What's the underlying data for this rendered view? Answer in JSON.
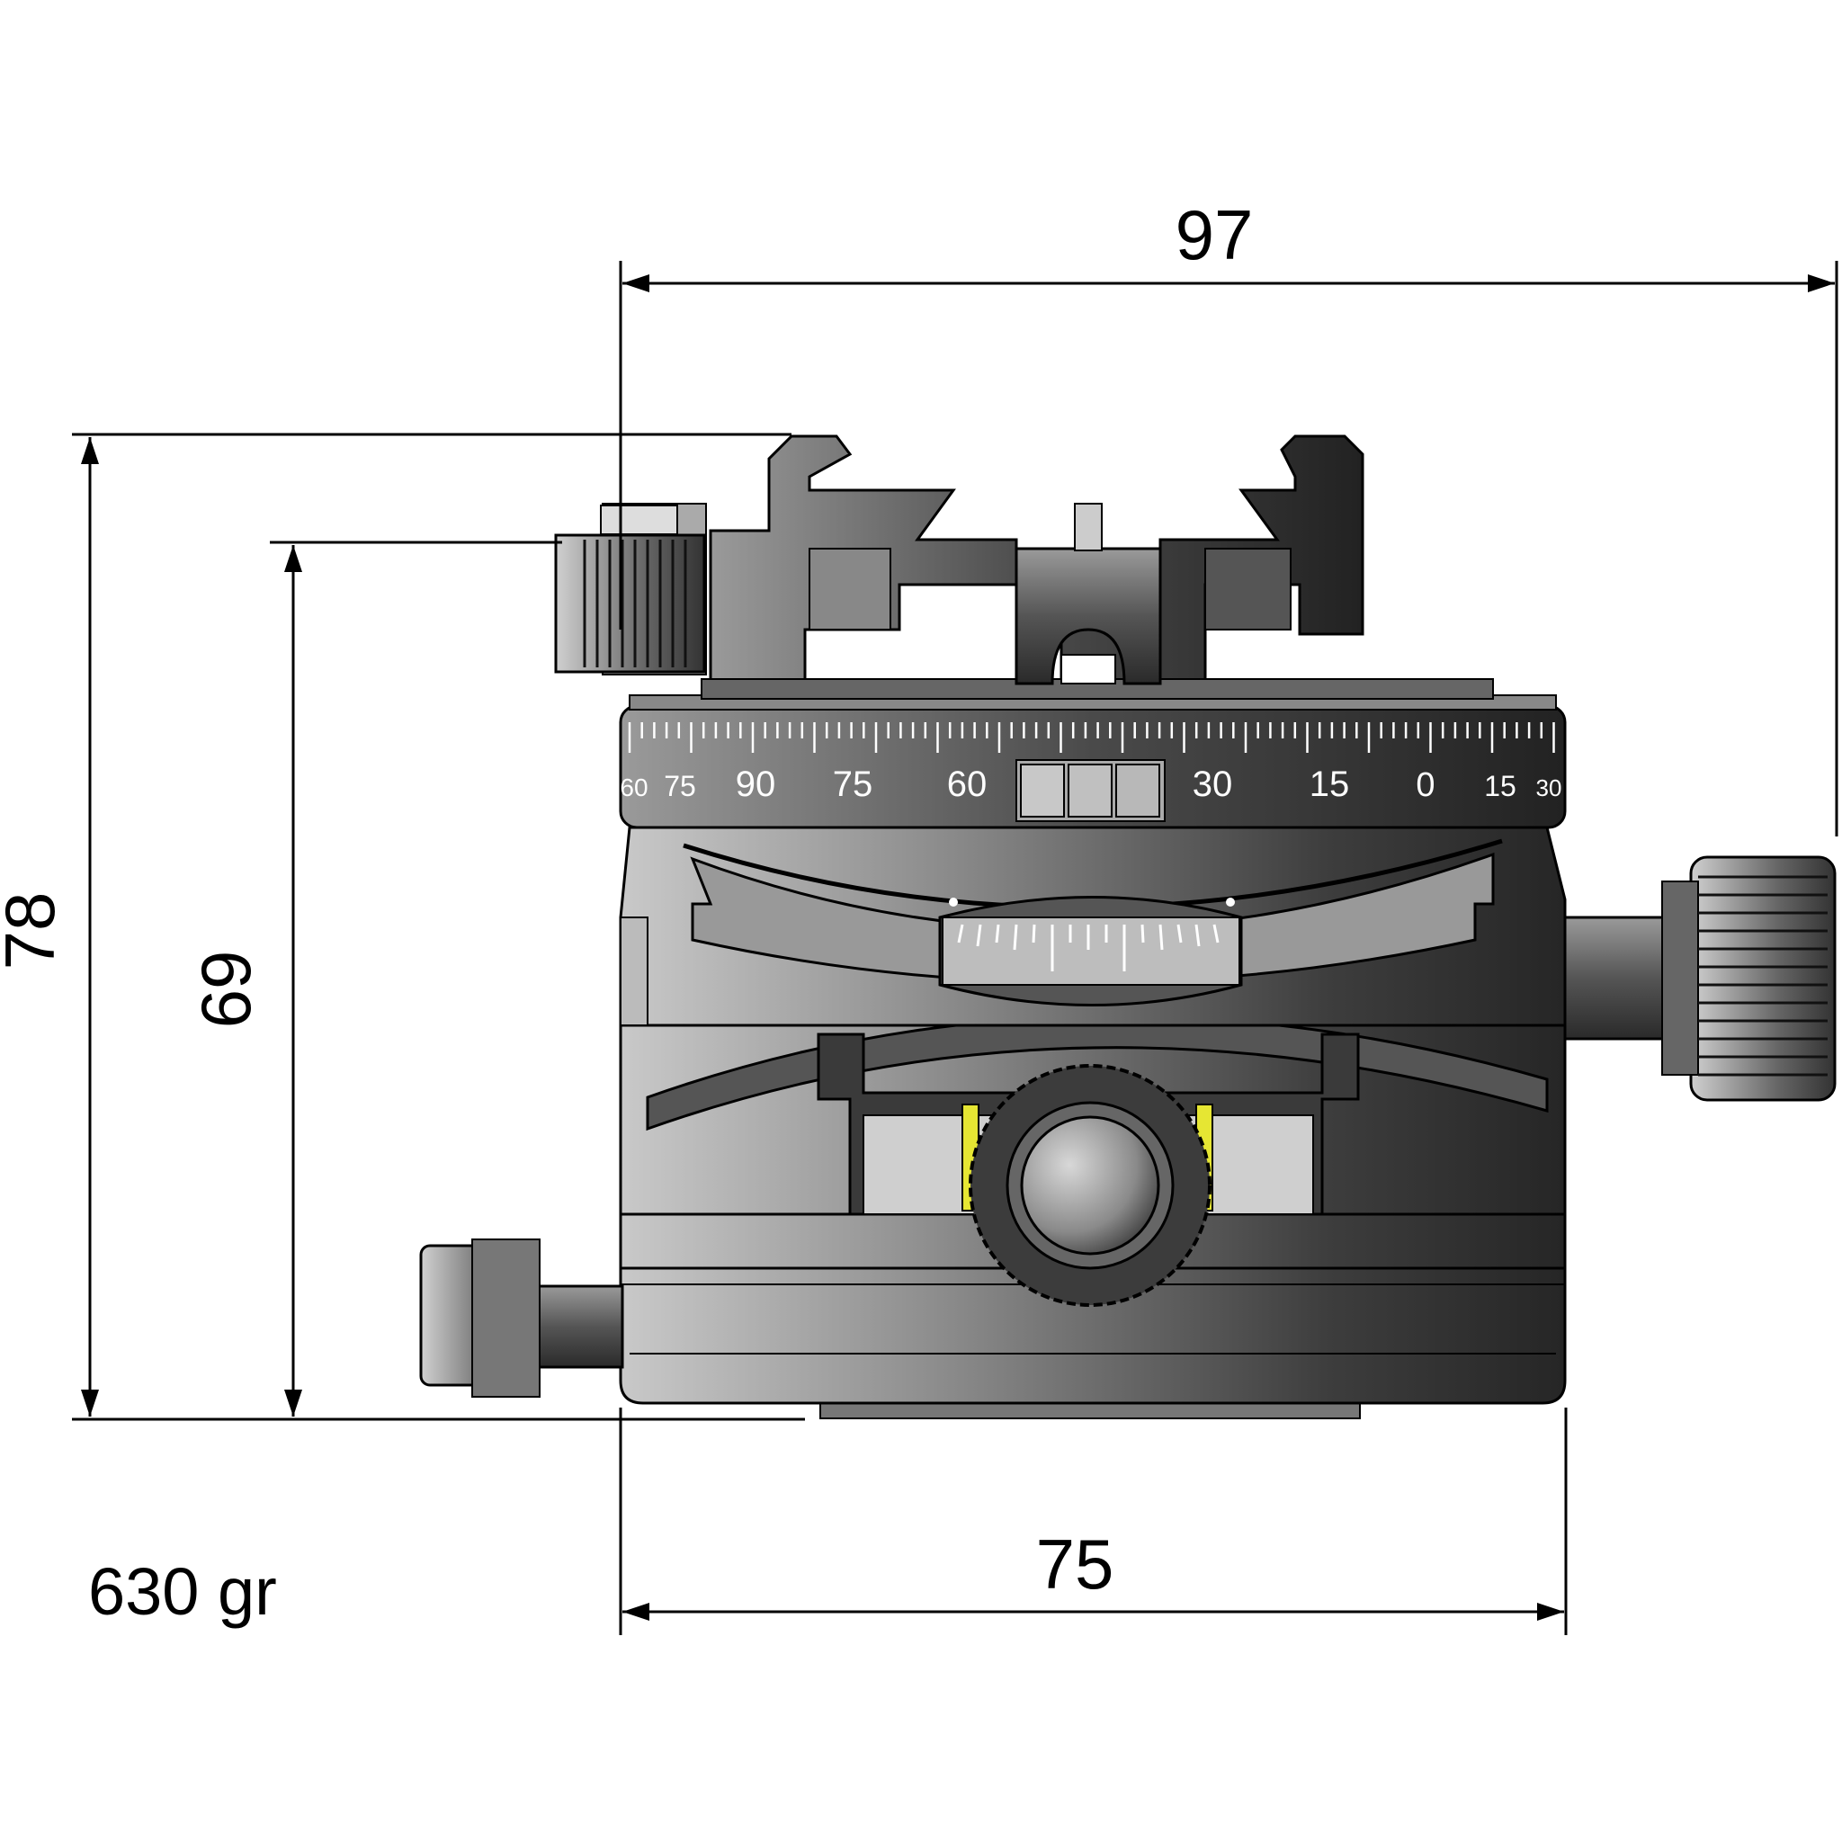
{
  "dimensions": {
    "width_top": "97",
    "width_bottom": "75",
    "height_outer": "78",
    "height_inner": "69"
  },
  "weight": "630 gr",
  "scale_labels": [
    "60",
    "75",
    "90",
    "75",
    "60",
    "30",
    "15",
    "0",
    "15",
    "30"
  ],
  "colors": {
    "body_dark": "#2e2e2e",
    "body_mid": "#6f6f6f",
    "body_light": "#c8c8c8",
    "marker": "#e6e633",
    "line": "#000000"
  }
}
